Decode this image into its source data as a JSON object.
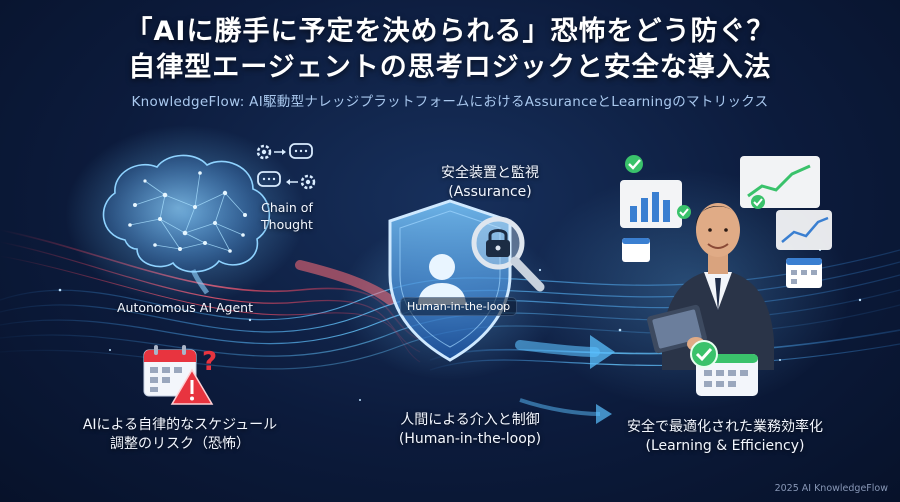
{
  "title": {
    "line1": "「AIに勝手に予定を決められる」恐怖をどう防ぐ？",
    "line2": "自律型エージェントの思考ロジックと安全な導入法"
  },
  "subtitle": "KnowledgeFlow: AI駆動型ナレッジプラットフォームにおけるAssuranceとLearningのマトリックス",
  "left": {
    "chain_label_1": "Chain of",
    "chain_label_2": "Thought",
    "agent_label": "Autonomous AI Agent",
    "risk_line1": "AIによる自律的なスケジュール",
    "risk_line2": "調整のリスク（恐怖）"
  },
  "center": {
    "assurance_line1": "安全装置と監視",
    "assurance_line2": "(Assurance)",
    "shield_pill": "Human-in-the-loop",
    "control_line1": "人間による介入と制御",
    "control_line2": "(Human-in-the-loop)"
  },
  "right": {
    "result_line1": "安全で最適化された業務効率化",
    "result_line2": "(Learning & Efficiency)"
  },
  "footer": {
    "copyright": "2025 AI KnowledgeFlow"
  },
  "colors": {
    "background": "#0c1b3c",
    "accent_blue": "#4fb3ff",
    "accent_red": "#ff4a5e",
    "success_green": "#3ac26b",
    "warning_red": "#e8343f"
  },
  "icons": [
    "brain-icon",
    "gear-icon",
    "chat-bubble-icon",
    "calendar-icon",
    "warning-icon",
    "question-mark-icon",
    "shield-icon",
    "person-icon",
    "magnifier-icon",
    "lock-icon",
    "arrow-icon",
    "businessman-icon",
    "tablet-icon",
    "bar-chart-icon",
    "line-chart-icon",
    "checkmark-icon",
    "check-calendar-icon"
  ]
}
